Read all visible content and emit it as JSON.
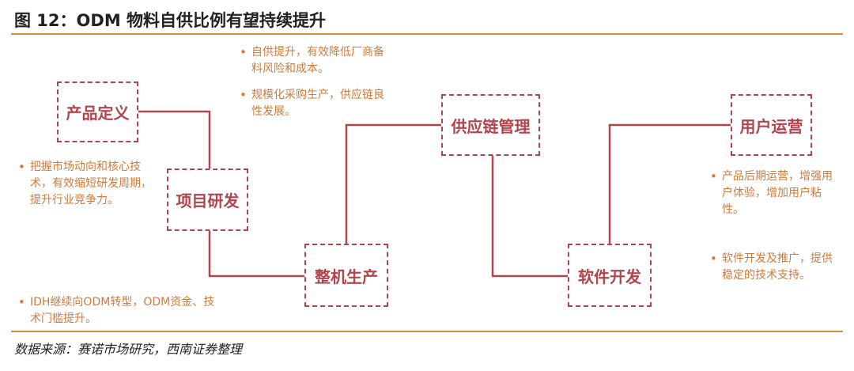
{
  "title": "图 12：ODM 物料自供比例有望持续提升",
  "source": "数据来源：赛诺市场研究，西南证券整理",
  "colors": {
    "node": "#b0454d",
    "note": "#d27a3a",
    "rule": "#d98a3a"
  },
  "nodes": {
    "product_definition": "产品定义",
    "project_dev": "项目研发",
    "assembly": "整机生产",
    "supply_chain": "供应链管理",
    "software_dev": "软件开发",
    "user_ops": "用户运营"
  },
  "notes": {
    "supply_1": "自供提升，有效降低厂商备料风险和成本。",
    "supply_2": "规模化采购生产，供应链良性发展。",
    "product": "把握市场动向和核心技术，有效缩短研发周期，提升行业竞争力。",
    "idh": "IDH继续向ODM转型，ODM资金、技术门槛提升。",
    "user": "产品后期运营，增强用户体验，增加用户粘性。",
    "software": "软件开发及推广，提供稳定的技术支持。"
  }
}
